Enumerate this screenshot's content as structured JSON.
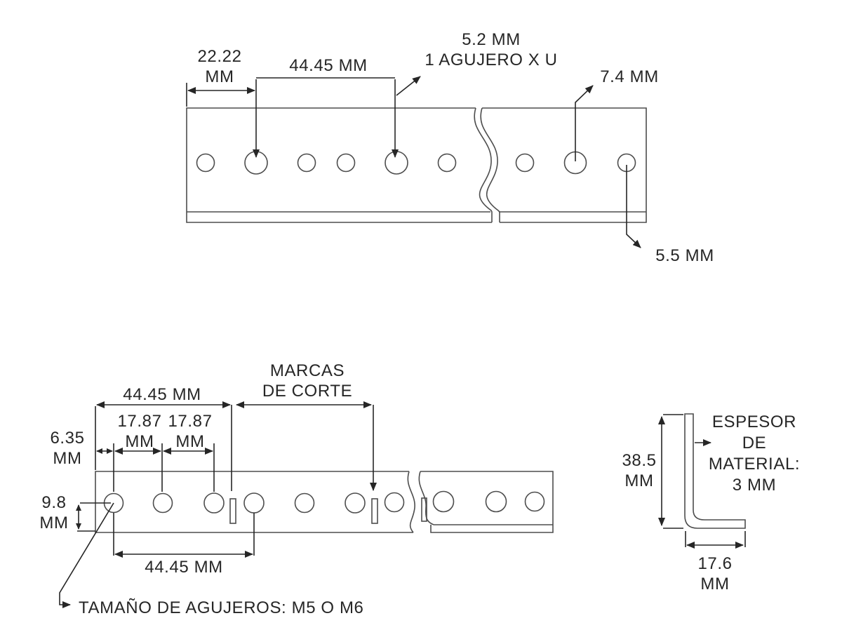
{
  "colors": {
    "background": "#ffffff",
    "part_line": "#4d4d4d",
    "dimension_line": "#262626",
    "text": "#262626"
  },
  "top_view": {
    "dim_edge_to_hole": "22.22\nMM",
    "dim_hole_pitch": "44.45 MM",
    "label_hole_callout": "5.2 MM\n1 AGUJERO X U",
    "label_hole_large": "7.4 MM",
    "label_hole_end": "5.5 MM"
  },
  "bottom_view": {
    "dim_edge_to_cut": "44.45 MM",
    "label_cut_marks": "MARCAS\nDE CORTE",
    "dim_edge_offset": "6.35\nMM",
    "dim_hole_spacing_1": "17.87\nMM",
    "dim_hole_spacing_2": "17.87\nMM",
    "dim_hole_to_bottom": "9.8\nMM",
    "dim_hole_pitch": "44.45 MM",
    "label_hole_size": "TAMAÑO DE AGUJEROS: M5 O M6"
  },
  "section_view": {
    "dim_height": "38.5\nMM",
    "label_thickness": "ESPESOR\nDE\nMATERIAL:\n3 MM",
    "dim_width": "17.6\nMM"
  }
}
